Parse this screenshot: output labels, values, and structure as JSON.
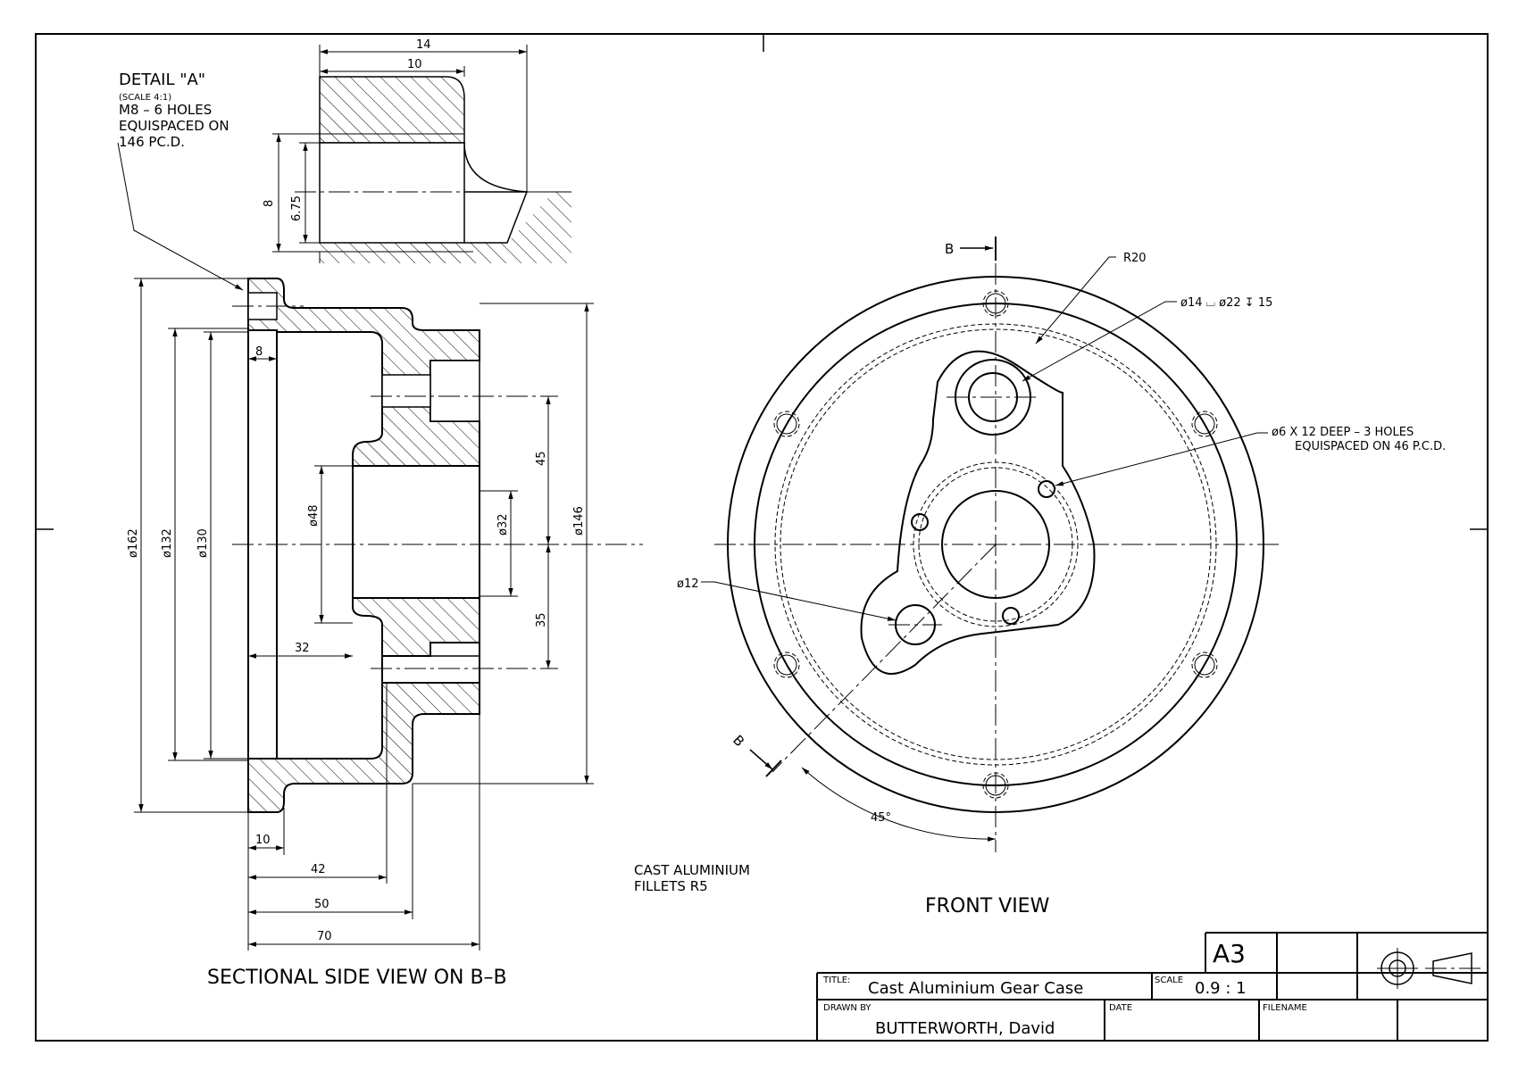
{
  "detail": {
    "title": "DETAIL \"A\"",
    "scale": "(SCALE 4:1)",
    "note1": "M8 – 6 HOLES",
    "note2": "EQUISPACED ON",
    "note3": "146 PC.D.",
    "dim_14": "14",
    "dim_10": "10",
    "dim_8": "8",
    "dim_675": "6.75"
  },
  "side_view": {
    "caption": "SECTIONAL SIDE VIEW ON B–B",
    "dim_d162": "ø162",
    "dim_d132": "ø132",
    "dim_d130": "ø130",
    "dim_d48": "ø48",
    "dim_d32": "ø32",
    "dim_d146": "ø146",
    "dim_45": "45",
    "dim_35": "35",
    "dim_8": "8",
    "dim_32": "32",
    "dim_10": "10",
    "dim_42": "42",
    "dim_50": "50",
    "dim_70": "70"
  },
  "front_view": {
    "caption": "FRONT VIEW",
    "section_b_top": "B",
    "section_b_bottom": "B",
    "r20": "R20",
    "hole_d14": "ø14 ⌴ ø22 ↧ 15",
    "holes_d6_line1": "ø6 X 12 DEEP   –   3 HOLES",
    "holes_d6_line2": "EQUISPACED ON 46 P.C.D.",
    "d12": "ø12",
    "angle45": "45°"
  },
  "notes": {
    "line1": "CAST ALUMINIUM",
    "line2": "FILLETS R5"
  },
  "title_block": {
    "size": "A3",
    "title_label": "TITLE:",
    "title": "Cast Aluminium Gear Case",
    "scale_label": "SCALE",
    "scale": "0.9 : 1",
    "drawn_by_label": "DRAWN BY",
    "drawn_by": "BUTTERWORTH, David",
    "date_label": "DATE",
    "filename_label": "FILENAME"
  }
}
